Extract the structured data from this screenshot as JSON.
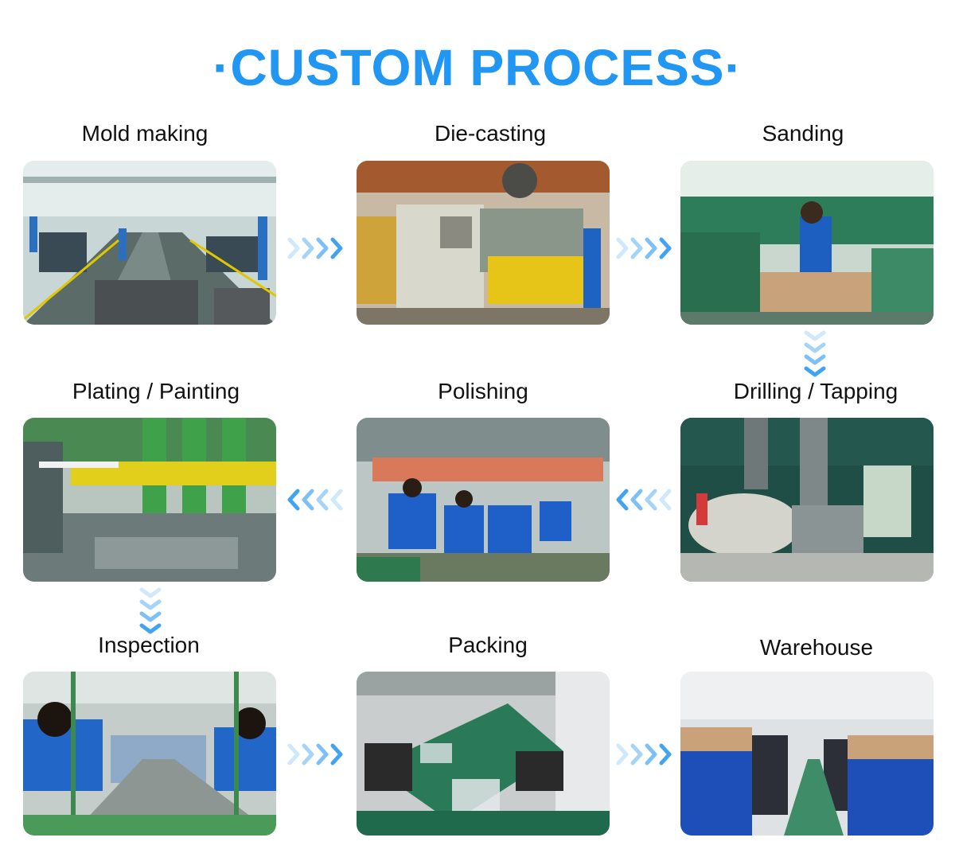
{
  "title": "·CUSTOM PROCESS·",
  "steps": [
    {
      "label": "Mold making"
    },
    {
      "label": "Die-casting"
    },
    {
      "label": "Sanding"
    },
    {
      "label": "Drilling / Tapping"
    },
    {
      "label": "Polishing"
    },
    {
      "label": "Plating / Painting"
    },
    {
      "label": "Inspection"
    },
    {
      "label": "Packing"
    },
    {
      "label": "Warehouse"
    }
  ],
  "colors": {
    "accent": "#2196f3",
    "arrow": "#5ab4f5",
    "arrow_light": "#cfe8fc"
  }
}
